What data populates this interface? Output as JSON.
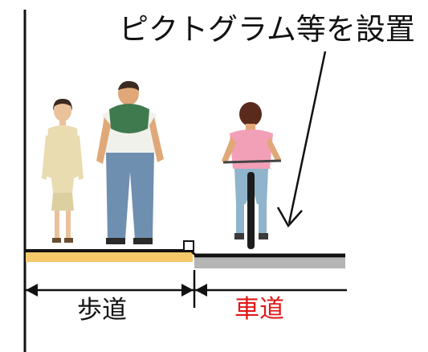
{
  "caption": "ピクトグラム等を設置",
  "sidewalk_label": "歩道",
  "roadway_label": "車道",
  "colors": {
    "ink": "#111111",
    "roadway_text": "#e01818",
    "sidewalk_surface": "#f5c86a",
    "roadway_surface": "#b5b5b5"
  },
  "figures": {
    "pedestrian_woman": "woman in beige suit walking",
    "pedestrian_man": "man in green sweater and jeans walking",
    "cyclist": "cyclist in pink shirt riding a bicycle"
  }
}
